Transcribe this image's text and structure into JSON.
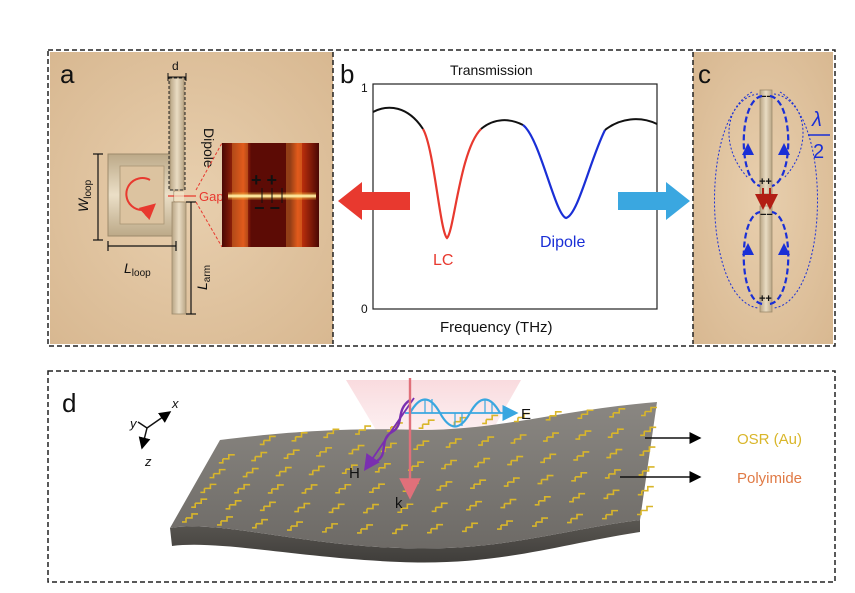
{
  "panels": {
    "a": {
      "letter": "a",
      "dim_d": "d",
      "dipole_label": "Dipole",
      "gap_label": "Gap",
      "w_loop": "W",
      "w_loop_sub": "loop",
      "l_loop": "L",
      "l_loop_sub": "loop",
      "l_arm": "L",
      "l_arm_sub": "arm",
      "plus_signs": "+ +",
      "minus_signs": "− −"
    },
    "b": {
      "letter": "b",
      "title": "Transmission",
      "y_top": "1",
      "y_bottom": "0",
      "xlabel": "Frequency (THz)",
      "lc_label": "LC",
      "dipole_label": "Dipole"
    },
    "c": {
      "letter": "c",
      "lambda": "λ",
      "two": "2",
      "top_minus": "−−",
      "mid_plus": "++",
      "mid_minus": "−−",
      "bottom_plus": "++"
    },
    "d": {
      "letter": "d",
      "axis_x": "x",
      "axis_y": "y",
      "axis_z": "z",
      "e_label": "E",
      "h_label": "H",
      "k_label": "k",
      "osr_label": "OSR (Au)",
      "polyimide_label": "Polyimide"
    }
  },
  "colors": {
    "lc": "#e8392f",
    "dipole": "#1a2fd6",
    "osr": "#d9b62a",
    "polyimide": "#e07a45",
    "e_wave": "#3aa7e0",
    "h_wave": "#7a2fb0",
    "k_arrow": "#e0707a"
  }
}
